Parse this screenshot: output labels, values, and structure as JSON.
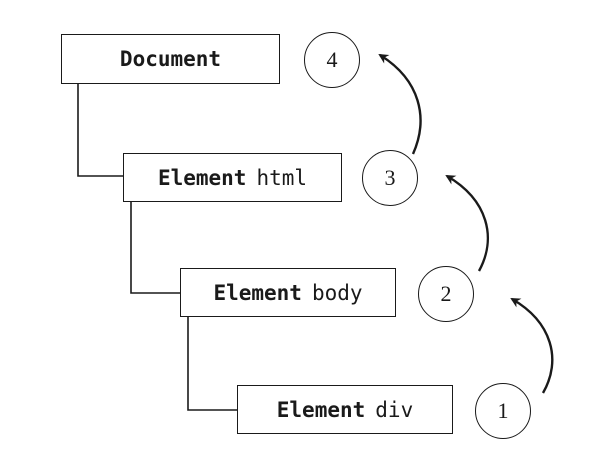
{
  "nodes": [
    {
      "kind": "Document",
      "name": ""
    },
    {
      "kind": "Element",
      "name": "html"
    },
    {
      "kind": "Element",
      "name": "body"
    },
    {
      "kind": "Element",
      "name": "div"
    }
  ],
  "steps": [
    "1",
    "2",
    "3",
    "4"
  ],
  "colors": {
    "stroke": "#1a1a1a",
    "background": "#ffffff"
  }
}
